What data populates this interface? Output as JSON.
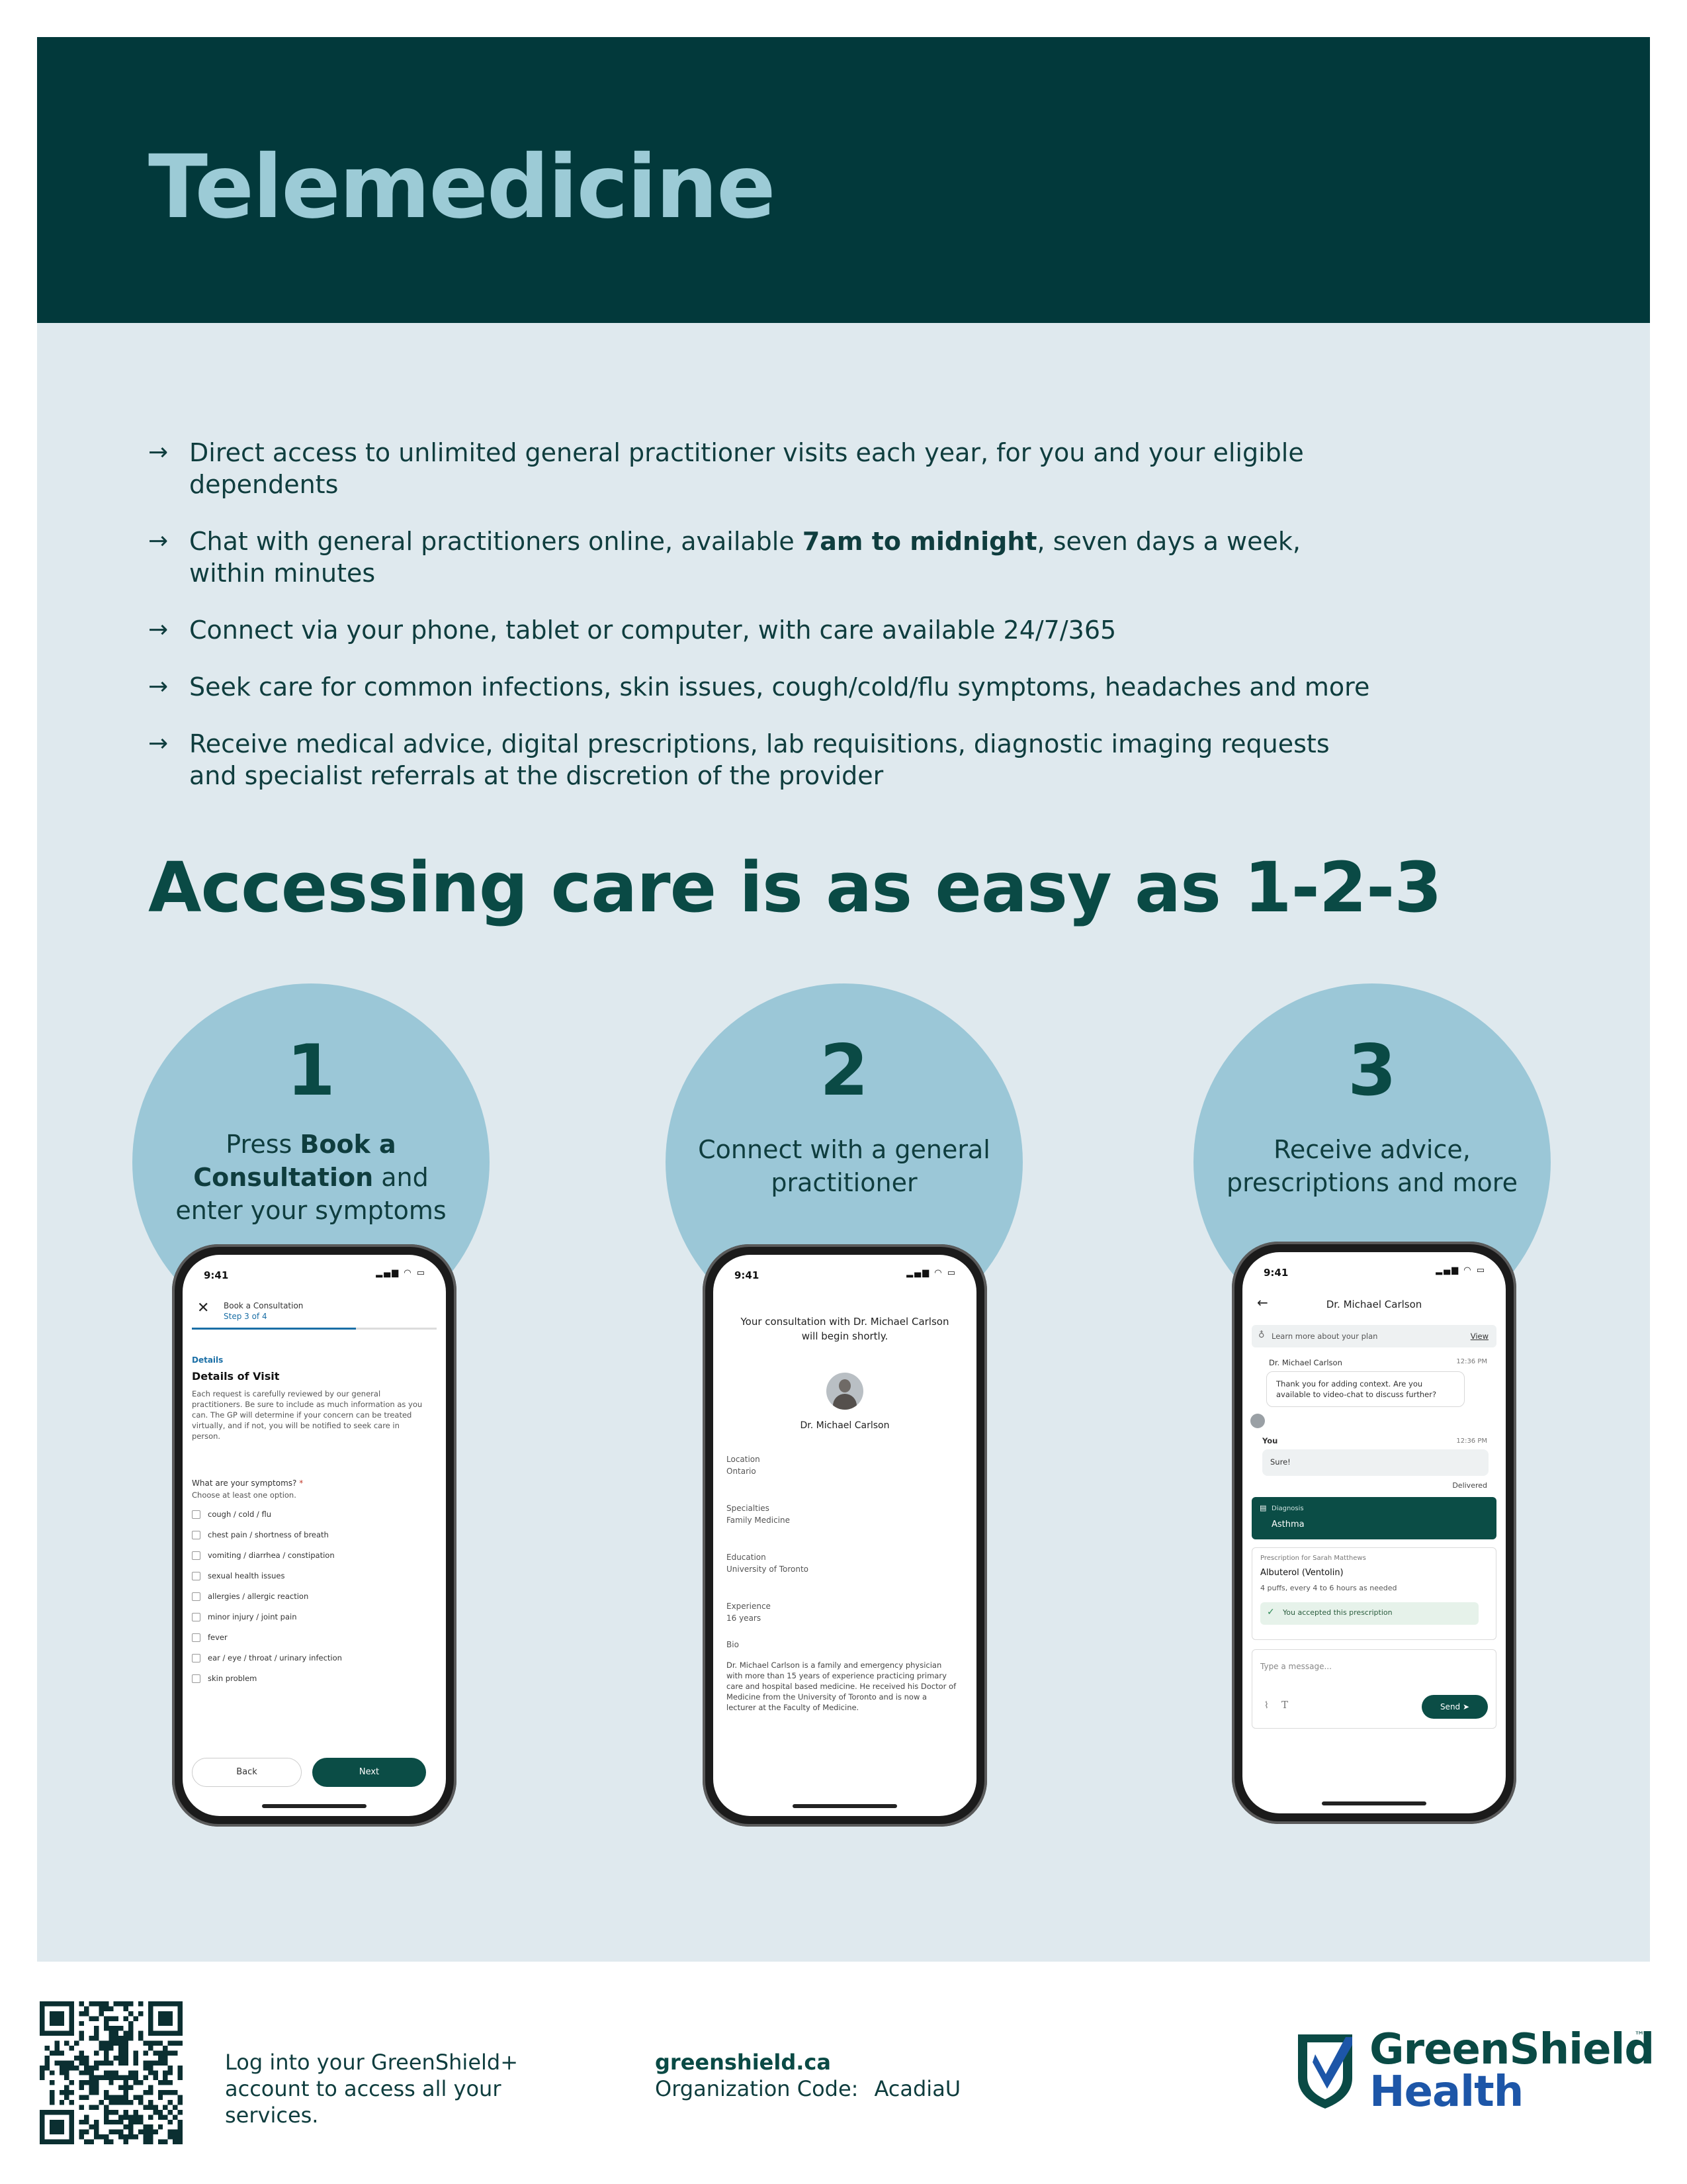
{
  "header": {
    "title": "Telemedicine"
  },
  "bullets": [
    {
      "pre": "Direct access to unlimited general practitioner visits each year, for you and your eligible dependents",
      "bold": "",
      "post": ""
    },
    {
      "pre": "Chat with general practitioners online, available ",
      "bold": "7am to midnight",
      "post": ", seven days a week, within minutes"
    },
    {
      "pre": "Connect via your phone, tablet or computer, with care available 24/7/365",
      "bold": "",
      "post": ""
    },
    {
      "pre": "Seek care for common infections, skin issues, cough/cold/flu symptoms, headaches and more",
      "bold": "",
      "post": ""
    },
    {
      "pre": "Receive medical advice, digital prescriptions, lab requisitions, diagnostic imaging requests and specialist referrals at the discretion of the provider",
      "bold": "",
      "post": ""
    }
  ],
  "icons": {
    "bullet": "arrow-right-icon"
  },
  "easy_heading": "Accessing care is as easy as 1-2-3",
  "steps": [
    {
      "num": "1",
      "pre": "Press ",
      "bold": "Book a Consultation",
      "post": " and enter your symptoms"
    },
    {
      "num": "2",
      "pre": "Connect with a general practitioner",
      "bold": "",
      "post": ""
    },
    {
      "num": "3",
      "pre": "Receive advice, prescriptions and more",
      "bold": "",
      "post": ""
    }
  ],
  "phone1": {
    "time": "9:41",
    "title": "Book a Consultation",
    "step": "Step 3 of 4",
    "section": "Details",
    "heading": "Details of Visit",
    "desc": "Each request is carefully reviewed by our general practitioners. Be sure to include as much information as you can. The GP will determine if your concern can be treated virtually, and if not, you will be notified to seek care in person.",
    "question": "What are your symptoms?",
    "required": "*",
    "hint": "Choose at least one option.",
    "options": [
      "cough / cold / flu",
      "chest pain / shortness of breath",
      "vomiting / diarrhea / constipation",
      "sexual health issues",
      "allergies / allergic reaction",
      "minor injury / joint pain",
      "fever",
      "ear / eye / throat / urinary infection",
      "skin problem"
    ],
    "back": "Back",
    "next": "Next"
  },
  "phone2": {
    "time": "9:41",
    "intro": "Your consultation with Dr. Michael Carlson will begin shortly.",
    "doctor": "Dr. Michael Carlson",
    "fields": [
      {
        "label": "Location",
        "value": "Ontario"
      },
      {
        "label": "Specialties",
        "value": "Family Medicine"
      },
      {
        "label": "Education",
        "value": "University of Toronto"
      },
      {
        "label": "Experience",
        "value": "16 years"
      }
    ],
    "bio_label": "Bio",
    "bio": "Dr. Michael Carlson is a family and emergency physician with more than 15 years of experience practicing primary care and hospital based medicine. He received his Doctor of Medicine from the University of Toronto and is now a lecturer at the Faculty of Medicine."
  },
  "phone3": {
    "time": "9:41",
    "title": "Dr. Michael Carlson",
    "plan": "Learn more about your plan",
    "view": "View",
    "sender": "Dr. Michael Carlson",
    "sender_time": "12:36 PM",
    "message": "Thank you for adding context. Are you available to video-chat to discuss further?",
    "you": "You",
    "you_time": "12:36 PM",
    "reply": "Sure!",
    "delivered": "Delivered",
    "diag_label": "Diagnosis",
    "diag": "Asthma",
    "rx_label": "Prescription for Sarah Matthews",
    "rx_name": "Albuterol (Ventolin)",
    "rx_dose": "4 puffs, every 4 to 6 hours as needed",
    "rx_accepted": "You accepted this prescription",
    "input_placeholder": "Type a message...",
    "send": "Send"
  },
  "footer": {
    "text1": "Log into your GreenShield+ account to access all your services.",
    "url": "greenshield.ca",
    "code_label": "Organization Code:",
    "code": "AcadiaU",
    "logo_line1": "GreenShield",
    "logo_tm": "™",
    "logo_line2": "Health"
  },
  "colors": {
    "header_bg": "#02393b",
    "title": "#9ccbd6",
    "panel_bg": "#dfe9ee",
    "circle": "#9bc7d7",
    "accent": "#0a4a45",
    "brand_blue": "#1d56a8"
  }
}
